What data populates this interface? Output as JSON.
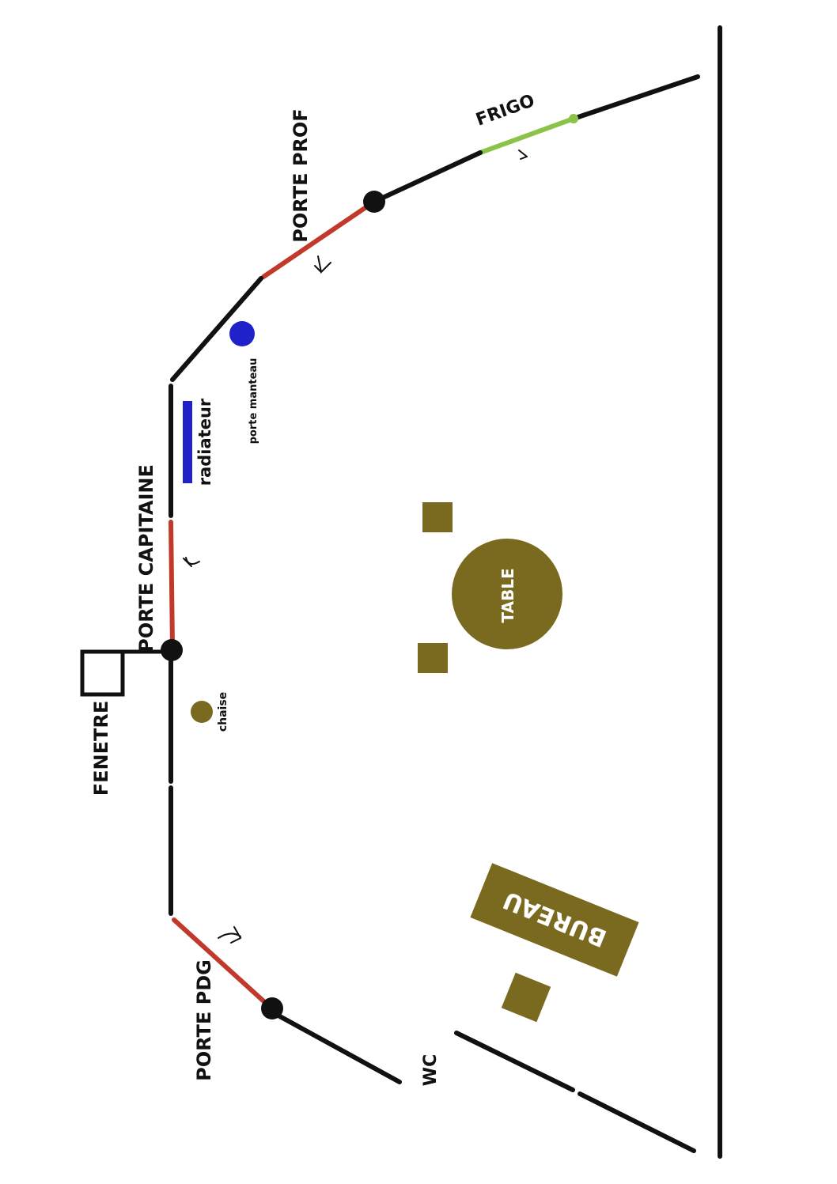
{
  "colors": {
    "wall": "#111111",
    "door": "#c0392b",
    "frigo": "#8bc34a",
    "furniture": "#7a6a1f",
    "radiator": "#1f22c8",
    "coat_rack": "#1f22c8",
    "background": "#ffffff"
  },
  "labels": {
    "porte_prof": "PORTE PROF",
    "frigo": "FRIGO",
    "porte_manteau": "porte manteau",
    "radiateur": "radiateur",
    "porte_capitaine": "PORTE CAPITAINE",
    "fenetre": "FENETRE",
    "chaise": "chaise",
    "table": "TABLE",
    "bureau": "BUREAU",
    "porte_pdg": "PORTE PDG",
    "wc": "WC"
  }
}
